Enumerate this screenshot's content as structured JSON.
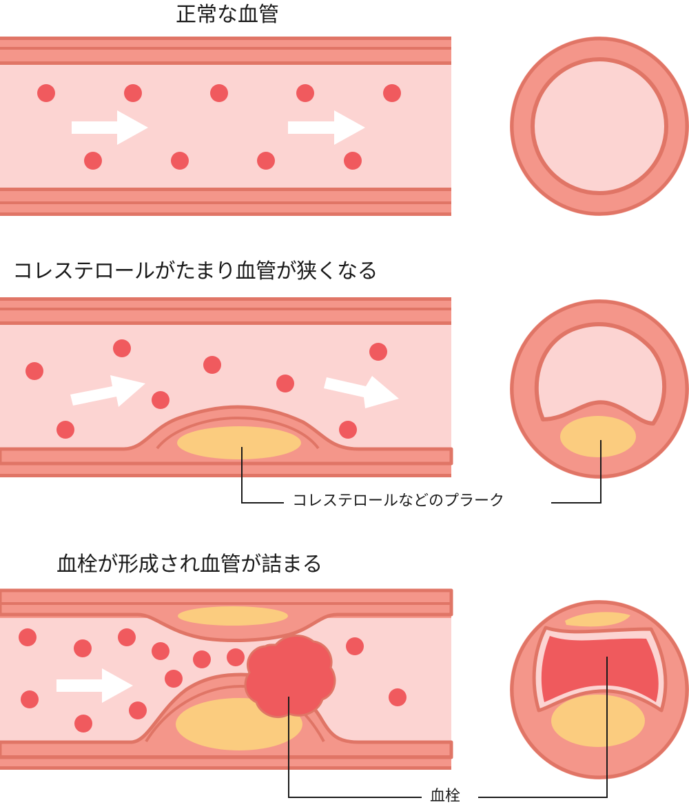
{
  "headings": {
    "normal": "正常な血管",
    "narrowed": "コレステロールがたまり血管が狭くなる",
    "blocked": "血栓が形成され血管が詰まる"
  },
  "labels": {
    "plaque": "コレステロールなどのプラーク",
    "thrombus": "血栓"
  },
  "colors": {
    "vessel_wall": "#f4968a",
    "wall_line": "#e07566",
    "lumen": "#fcd4d2",
    "blood_cell": "#f05a5e",
    "plaque": "#fbcc7f",
    "thrombus": "#ef5a5d",
    "flow_arrow": "#ffffff",
    "text": "#1a1a1a"
  },
  "icons": [
    "flow-arrow",
    "red-blood-cell",
    "plaque-deposit",
    "thrombus-clot"
  ]
}
